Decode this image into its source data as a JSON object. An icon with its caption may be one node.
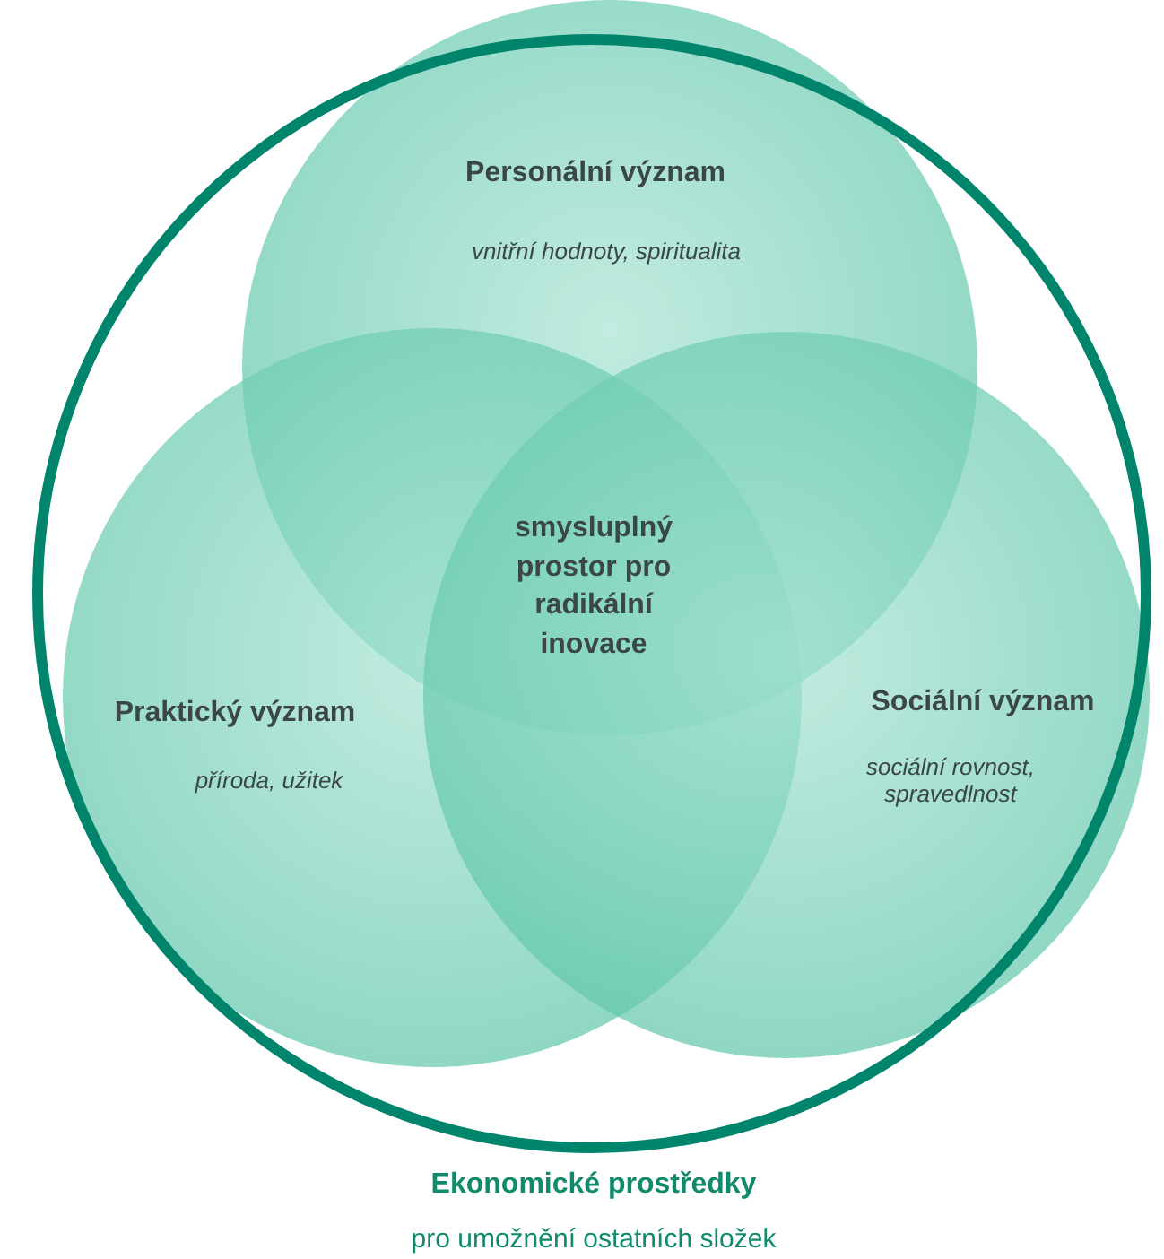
{
  "diagram": {
    "nodes": [
      {
        "text": [
          "Ekonomické prostředky",
          "pro umožnění ostatních složek"
        ]
      },
      {
        "text": [
          "Personální význam",
          "vnitřní hodnoty, spiritualita"
        ],
        "in": 0
      },
      {
        "text": [
          "smysluplný prostor pro radikální inovace"
        ]
      },
      {
        "text": [
          "Praktický význam",
          "příroda, užitek"
        ],
        "in": 0
      },
      {
        "text": [
          "Sociální význam",
          "sociální rovnost, spravedlnost"
        ],
        "in": 0
      }
    ]
  }
}
